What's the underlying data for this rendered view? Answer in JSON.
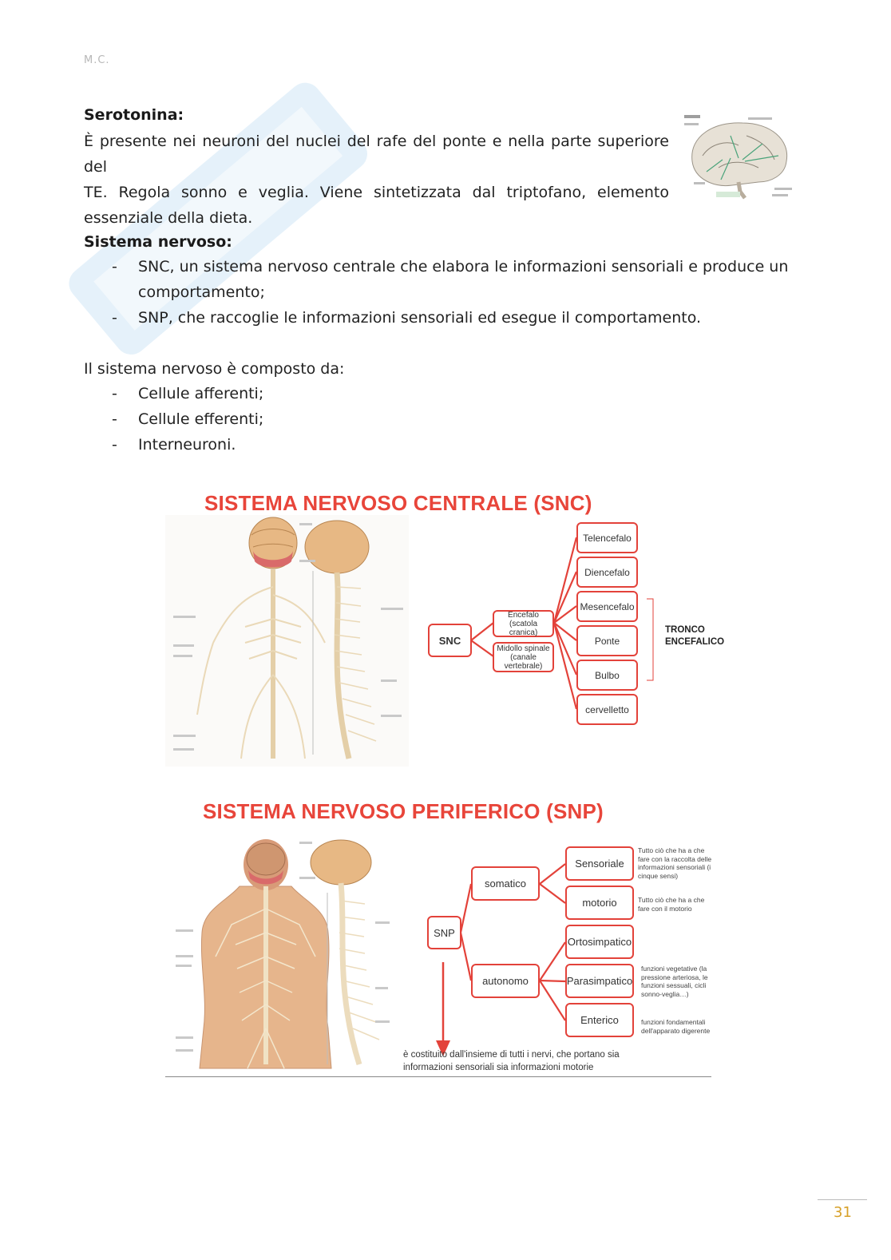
{
  "header": {
    "author": "M.C."
  },
  "serotonina": {
    "title": "Serotonina:",
    "line1": "È presente nei neuroni del nuclei del rafe del ponte e nella parte superiore del",
    "line2": "TE. Regola sonno e veglia. Viene sintetizzata dal triptofano, elemento",
    "line3": "essenziale della dieta."
  },
  "sistema": {
    "title": "Sistema nervoso:",
    "items": [
      "SNC, un sistema nervoso centrale che elabora le informazioni sensoriali e produce un",
      "comportamento;",
      "SNP, che raccoglie le informazioni sensoriali ed esegue il comportamento."
    ]
  },
  "composto": {
    "intro": "Il sistema nervoso è composto da:",
    "items": [
      "Cellule afferenti;",
      "Cellule efferenti;",
      "Interneuroni."
    ]
  },
  "snc": {
    "title": "SISTEMA NERVOSO CENTRALE (SNC)",
    "root": "SNC",
    "encefalo": "Encefalo (scatola cranica)",
    "midollo": "Midollo spinale (canale vertebrale)",
    "parts": [
      "Telencefalo",
      "Diencefalo",
      "Mesencefalo",
      "Ponte",
      "Bulbo",
      "cervelletto"
    ],
    "tronco": [
      "TRONCO",
      "ENCEFALICO"
    ]
  },
  "snp": {
    "title": "SISTEMA NERVOSO PERIFERICO (SNP)",
    "root": "SNP",
    "somatico": "somatico",
    "autonomo": "autonomo",
    "sensoriale": "Sensoriale",
    "motorio": "motorio",
    "ortosimpatico": "Ortosimpatico",
    "parasimpatico": "Parasimpatico",
    "enterico": "Enterico",
    "note_sensoriale": "Tutto ciò che ha a che fare con la raccolta delle informazioni sensoriali (i cinque sensi)",
    "note_motorio": "Tutto ciò che ha a che fare con il motorio",
    "note_parasimpatico": "funzioni vegetative (la pressione arteriosa, le funzioni sessuali, cicli sonno-veglia…)",
    "note_enterico": "funzioni fondamentali dell'apparato digerente",
    "caption_line1": "è costituito dall'insieme di tutti i nervi, che portano sia",
    "caption_line2": "informazioni sensoriali sia informazioni motorie"
  },
  "footer": {
    "page": "31"
  },
  "colors": {
    "accent": "#e3423a",
    "title_red": "#e8453a",
    "page_num": "#d7a12a"
  }
}
